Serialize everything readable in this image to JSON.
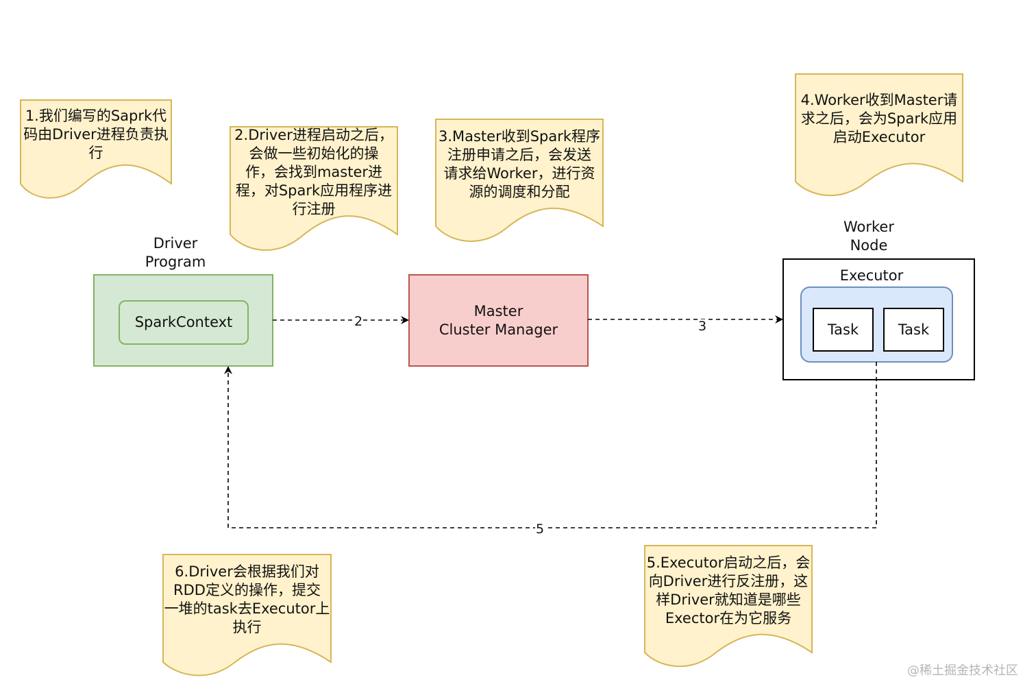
{
  "notes": {
    "note1": "1.我们编写的Saprk代\n码由Driver进程负责执\n行",
    "note2": "2.Driver进程启动之后，\n会做一些初始化的操\n作，会找到master进\n程，对Spark应用程序进\n行注册",
    "note3": "3.Master收到Spark程序\n注册申请之后，会发送\n请求给Worker，进行资\n源的调度和分配",
    "note4": "4.Worker收到Master请\n求之后，会为Spark应用\n启动Executor",
    "note5": "5.Executor启动之后，会\n向Driver进行反注册，这\n样Driver就知道是哪些\nExector在为它服务",
    "note6": "6.Driver会根据我们对\nRDD定义的操作，提交\n一堆的task去Executor上\n执行"
  },
  "driver": {
    "title": "Driver\nProgram",
    "context": "SparkContext"
  },
  "master": {
    "label": "Master\nCluster Manager"
  },
  "worker": {
    "title": "Worker\nNode",
    "executor": "Executor",
    "task1": "Task",
    "task2": "Task"
  },
  "edges": {
    "e2": "2",
    "e3": "3",
    "e5": "5"
  },
  "watermark": "@稀土掘金技术社区",
  "colors": {
    "note_fill": "#fff2cc",
    "note_stroke": "#d6b656",
    "driver_fill": "#d5e8d4",
    "driver_stroke": "#82b366",
    "master_fill": "#f8cecc",
    "master_stroke": "#b85450",
    "executor_fill": "#dae8fc",
    "executor_stroke": "#6c8ebf"
  }
}
